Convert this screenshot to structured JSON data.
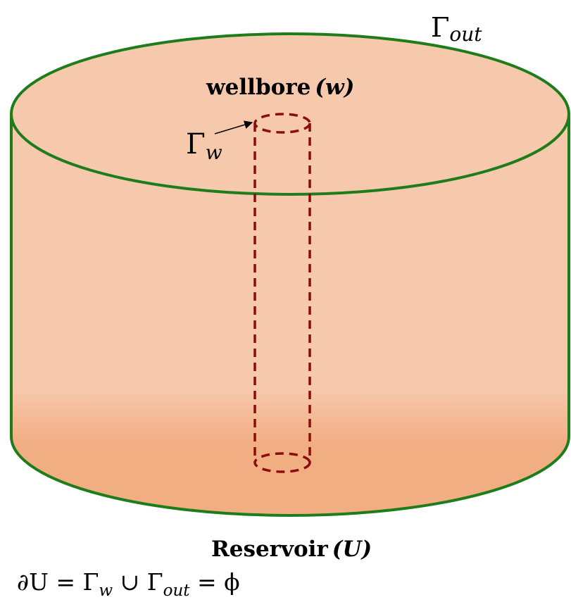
{
  "labels": {
    "gamma_out": {
      "symbol": "Γ",
      "subscript": "out"
    },
    "wellbore": {
      "text": "wellbore",
      "paren": "(w)"
    },
    "gamma_w": {
      "symbol": "Γ",
      "subscript": "w"
    },
    "reservoir": {
      "text": "Reservoir",
      "paren": "(U)"
    },
    "equation": {
      "lhs": "∂U = Γ",
      "sub1": "w",
      "mid": " ∪ Γ",
      "sub2": "out",
      "rhs": " = ϕ"
    }
  },
  "colors": {
    "reservoir_fill": "#f6c9ad",
    "reservoir_fill_bottom": "#f2ae83",
    "reservoir_outline": "#1e7d1a",
    "wellbore_dashed": "#8b0c0c"
  }
}
